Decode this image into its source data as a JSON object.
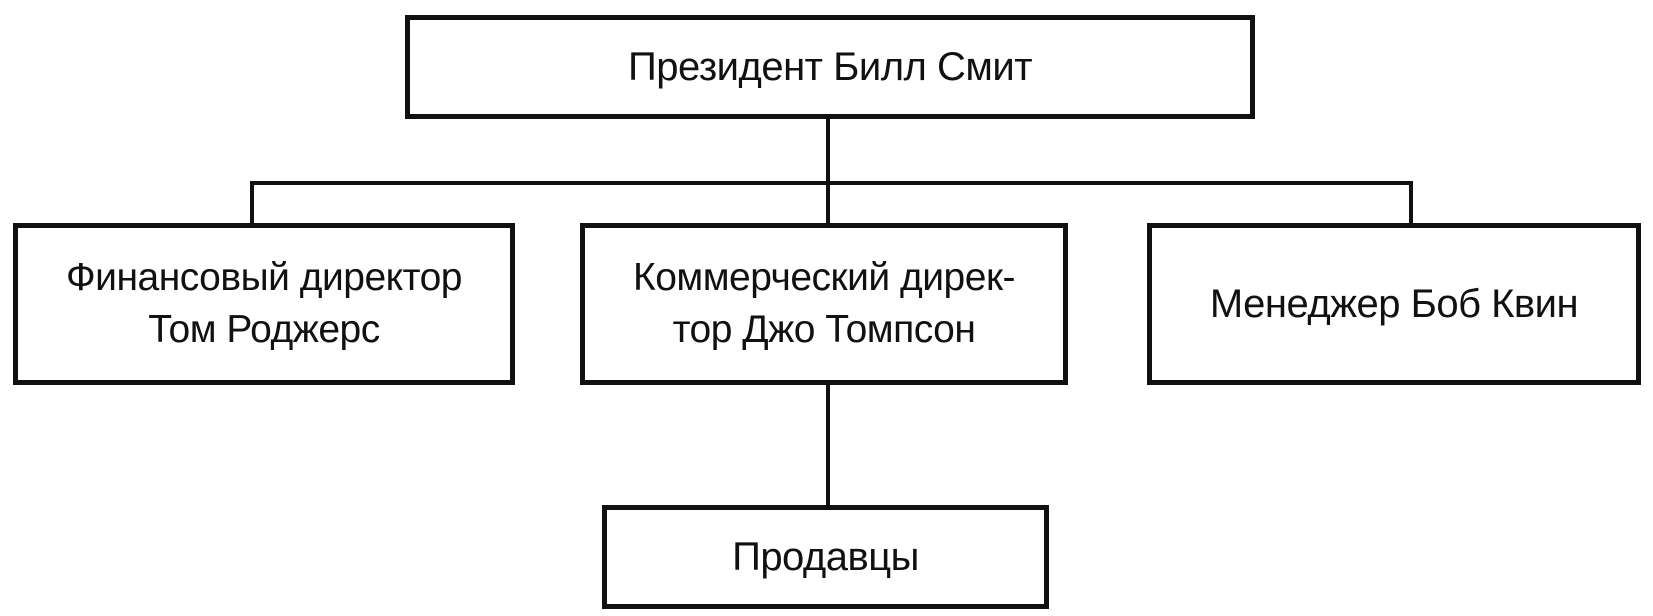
{
  "org_chart": {
    "president": "Президент Билл Смит",
    "finance_director": {
      "line1": "Финансовый директор",
      "line2": "Том Роджерс"
    },
    "commercial_director": {
      "line1": "Коммерческий дирек-",
      "line2": "тор Джо Томпсон"
    },
    "manager": "Менеджер Боб Квин",
    "sales": "Продавцы"
  },
  "colors": {
    "line": "#111111",
    "background": "#ffffff"
  }
}
